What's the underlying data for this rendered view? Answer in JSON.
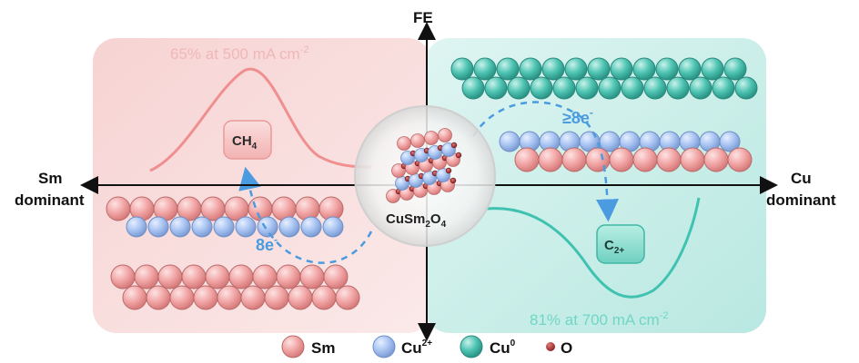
{
  "axes": {
    "y_label": "FE",
    "left_label_line1": "Sm",
    "left_label_line2": "dominant",
    "right_label_line1": "Cu",
    "right_label_line2": "dominant"
  },
  "left_panel": {
    "annotation": "65% at 500 mA cm",
    "annotation_sup": "-2",
    "product_main": "CH",
    "product_sub": "4",
    "electrons": "8e",
    "electrons_sup": "-"
  },
  "right_panel": {
    "annotation": "81% at 700 mA cm",
    "annotation_sup": "-2",
    "product_main": "C",
    "product_sub": "2+",
    "electrons": "≥8e",
    "electrons_sup": "-"
  },
  "center": {
    "formula_a": "CuSm",
    "formula_sub1": "2",
    "formula_b": "O",
    "formula_sub2": "4"
  },
  "legend": {
    "items": [
      {
        "label": "Sm",
        "sup": ""
      },
      {
        "label": "Cu",
        "sup": "2+"
      },
      {
        "label": "Cu",
        "sup": "0"
      },
      {
        "label": "O",
        "sup": ""
      }
    ]
  },
  "colors": {
    "sm": "#f2a6a6",
    "cu2": "#a9c4f2",
    "cu0": "#4fc4b3",
    "oxygen": "#b33a3a",
    "left_bg": "#f9dede",
    "right_bg": "#cdeeea",
    "arrow": "#4a9be0"
  }
}
